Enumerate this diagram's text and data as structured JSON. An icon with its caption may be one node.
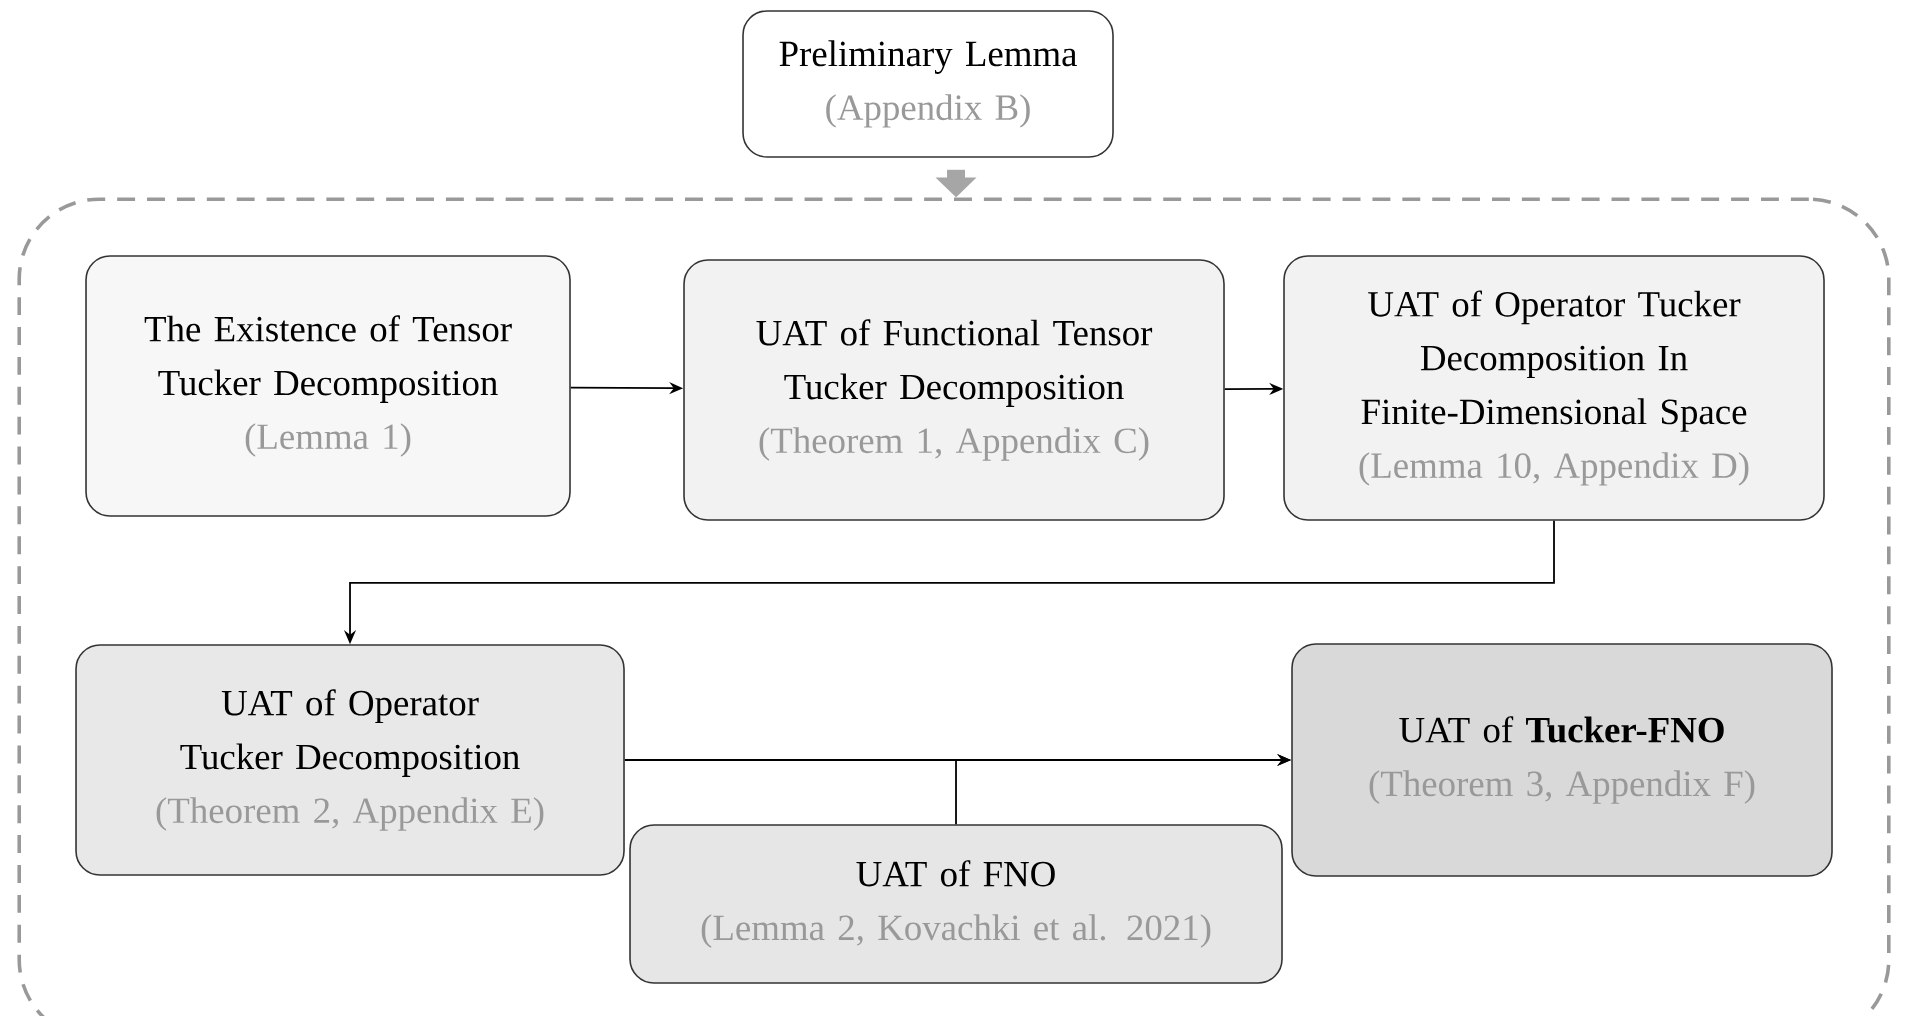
{
  "diagram": {
    "nodes": [
      {
        "text": [
          "Preliminary Lemma",
          "(Appendix B)"
        ]
      },
      {
        "text": [],
        "shape": "box"
      },
      {
        "text": [
          "The Existence of Tensor Tucker Decomposition",
          "(Lemma 1)"
        ],
        "in": 1
      },
      {
        "text": [
          "UAT of Functional Tensor Tucker Decomposition",
          "(Theorem 1, Appendix C)"
        ],
        "in": 1
      },
      {
        "text": [
          "UAT of Operator Tucker Decomposition In Finite-Dimensional Space",
          "(Lemma 10, Appendix D)"
        ],
        "in": 1
      },
      {
        "text": [
          "UAT of Operator Tucker Decomposition",
          "(Theorem 2, Appendix E)"
        ],
        "in": 1
      },
      {
        "text": [
          "UAT of FNO",
          "(Lemma 2, Kovachki et al. 2021)"
        ],
        "in": 1
      },
      {
        "text": [
          "UAT of **Tucker-FNO**",
          "(Theorem 3, Appendix F)"
        ],
        "in": 1
      }
    ],
    "edges": [
      {
        "from": 0,
        "to": 1,
        "arrow": "to",
        "style": "thick",
        "color": "#a6a6a6"
      },
      {
        "from": 2,
        "to": 3,
        "arrow": "to"
      },
      {
        "from": 3,
        "to": 4,
        "arrow": "to"
      },
      {
        "from": 4,
        "to": 5,
        "arrow": "to"
      },
      {
        "from": 5,
        "to": 7,
        "arrow": "to"
      },
      {
        "from": 6,
        "to": 7,
        "arrow": "to"
      }
    ]
  }
}
